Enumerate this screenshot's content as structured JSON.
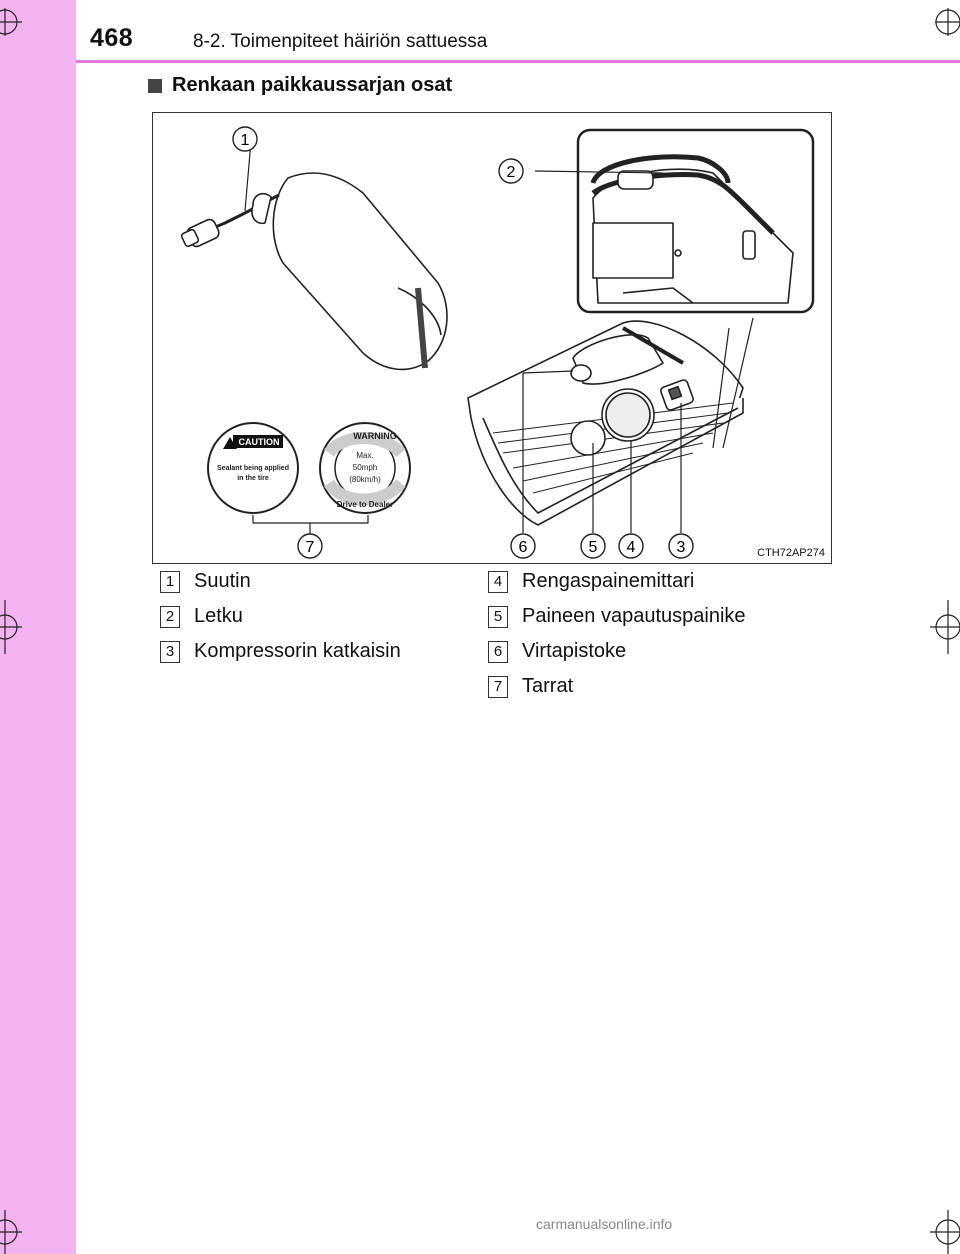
{
  "page": {
    "number": "468",
    "section": "8-2. Toimenpiteet häiriön sattuessa"
  },
  "heading": "Renkaan paikkaussarjan osat",
  "figure": {
    "code": "CTH72AP274",
    "callouts": [
      "1",
      "2",
      "3",
      "4",
      "5",
      "6",
      "7"
    ],
    "caution_sticker": {
      "title": "CAUTION",
      "line1": "Sealant being applied",
      "line2": "in the tire"
    },
    "warning_sticker": {
      "title": "WARNING",
      "line1": "Max.",
      "line2": "50mph",
      "line3": "(80km/h)",
      "bottom": "Drive to Dealer"
    }
  },
  "legend": {
    "left": [
      {
        "num": "1",
        "label": "Suutin"
      },
      {
        "num": "2",
        "label": "Letku"
      },
      {
        "num": "3",
        "label": "Kompressorin katkaisin"
      }
    ],
    "right": [
      {
        "num": "4",
        "label": "Rengaspainemittari"
      },
      {
        "num": "5",
        "label": "Paineen vapautuspainike"
      },
      {
        "num": "6",
        "label": "Virtapistoke"
      },
      {
        "num": "7",
        "label": "Tarrat"
      }
    ]
  },
  "footer": "carmanualsonline.info",
  "colors": {
    "side_strip": "#f2b3f0",
    "header_line": "#e277e0"
  }
}
